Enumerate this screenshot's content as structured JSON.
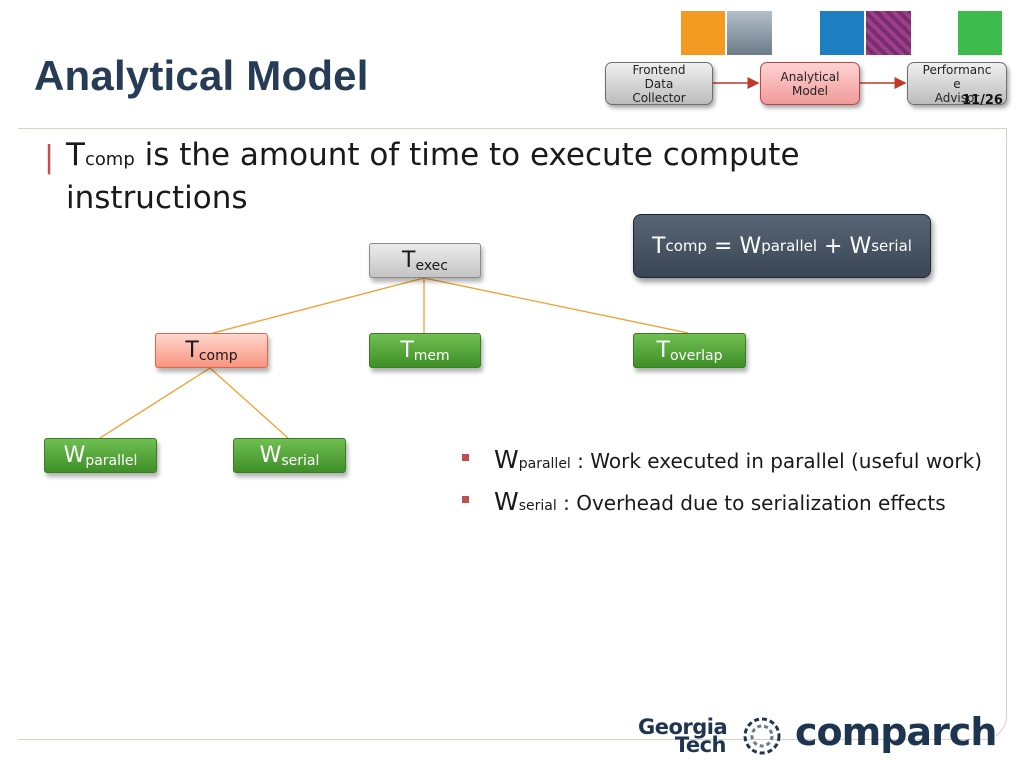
{
  "slide": {
    "title": "Analytical Model",
    "page_number": "11/26"
  },
  "flow": {
    "steps": [
      "Frontend\nData\nCollector",
      "Analytical\nModel",
      "Performanc\ne\nAdvisor"
    ],
    "active_step": "Analytical\nModel",
    "thumb_colors": [
      "#f39a22",
      "#8a9aa8",
      "#1d7fc2",
      "#9b3f8a",
      "#3dbb4c"
    ]
  },
  "main_text": {
    "var": "T",
    "sub": "comp",
    "rest": " is the amount of time to execute compute instructions"
  },
  "formula": {
    "t": "T",
    "t_sub": "comp",
    "eq": " = ",
    "w1": "W",
    "w1_sub": "parallel",
    "plus": " + ",
    "w2": "W",
    "w2_sub": "serial"
  },
  "tree": {
    "root": {
      "main": "T",
      "sub": "exec"
    },
    "level1": [
      {
        "main": "T",
        "sub": "comp"
      },
      {
        "main": "T",
        "sub": "mem"
      },
      {
        "main": "T",
        "sub": "overlap"
      }
    ],
    "level2": [
      {
        "main": "W",
        "sub": "parallel"
      },
      {
        "main": "W",
        "sub": "serial"
      }
    ],
    "edge_color": "#f0a030"
  },
  "bullets": [
    {
      "main": "W",
      "sub": "parallel",
      "text": " : Work executed in parallel (useful work)"
    },
    {
      "main": "W",
      "sub": "serial",
      "text": " : Overhead due to serialization effects"
    }
  ],
  "logos": {
    "georgia": "Georgia",
    "tech": "Tech",
    "comparch": "comparch"
  }
}
